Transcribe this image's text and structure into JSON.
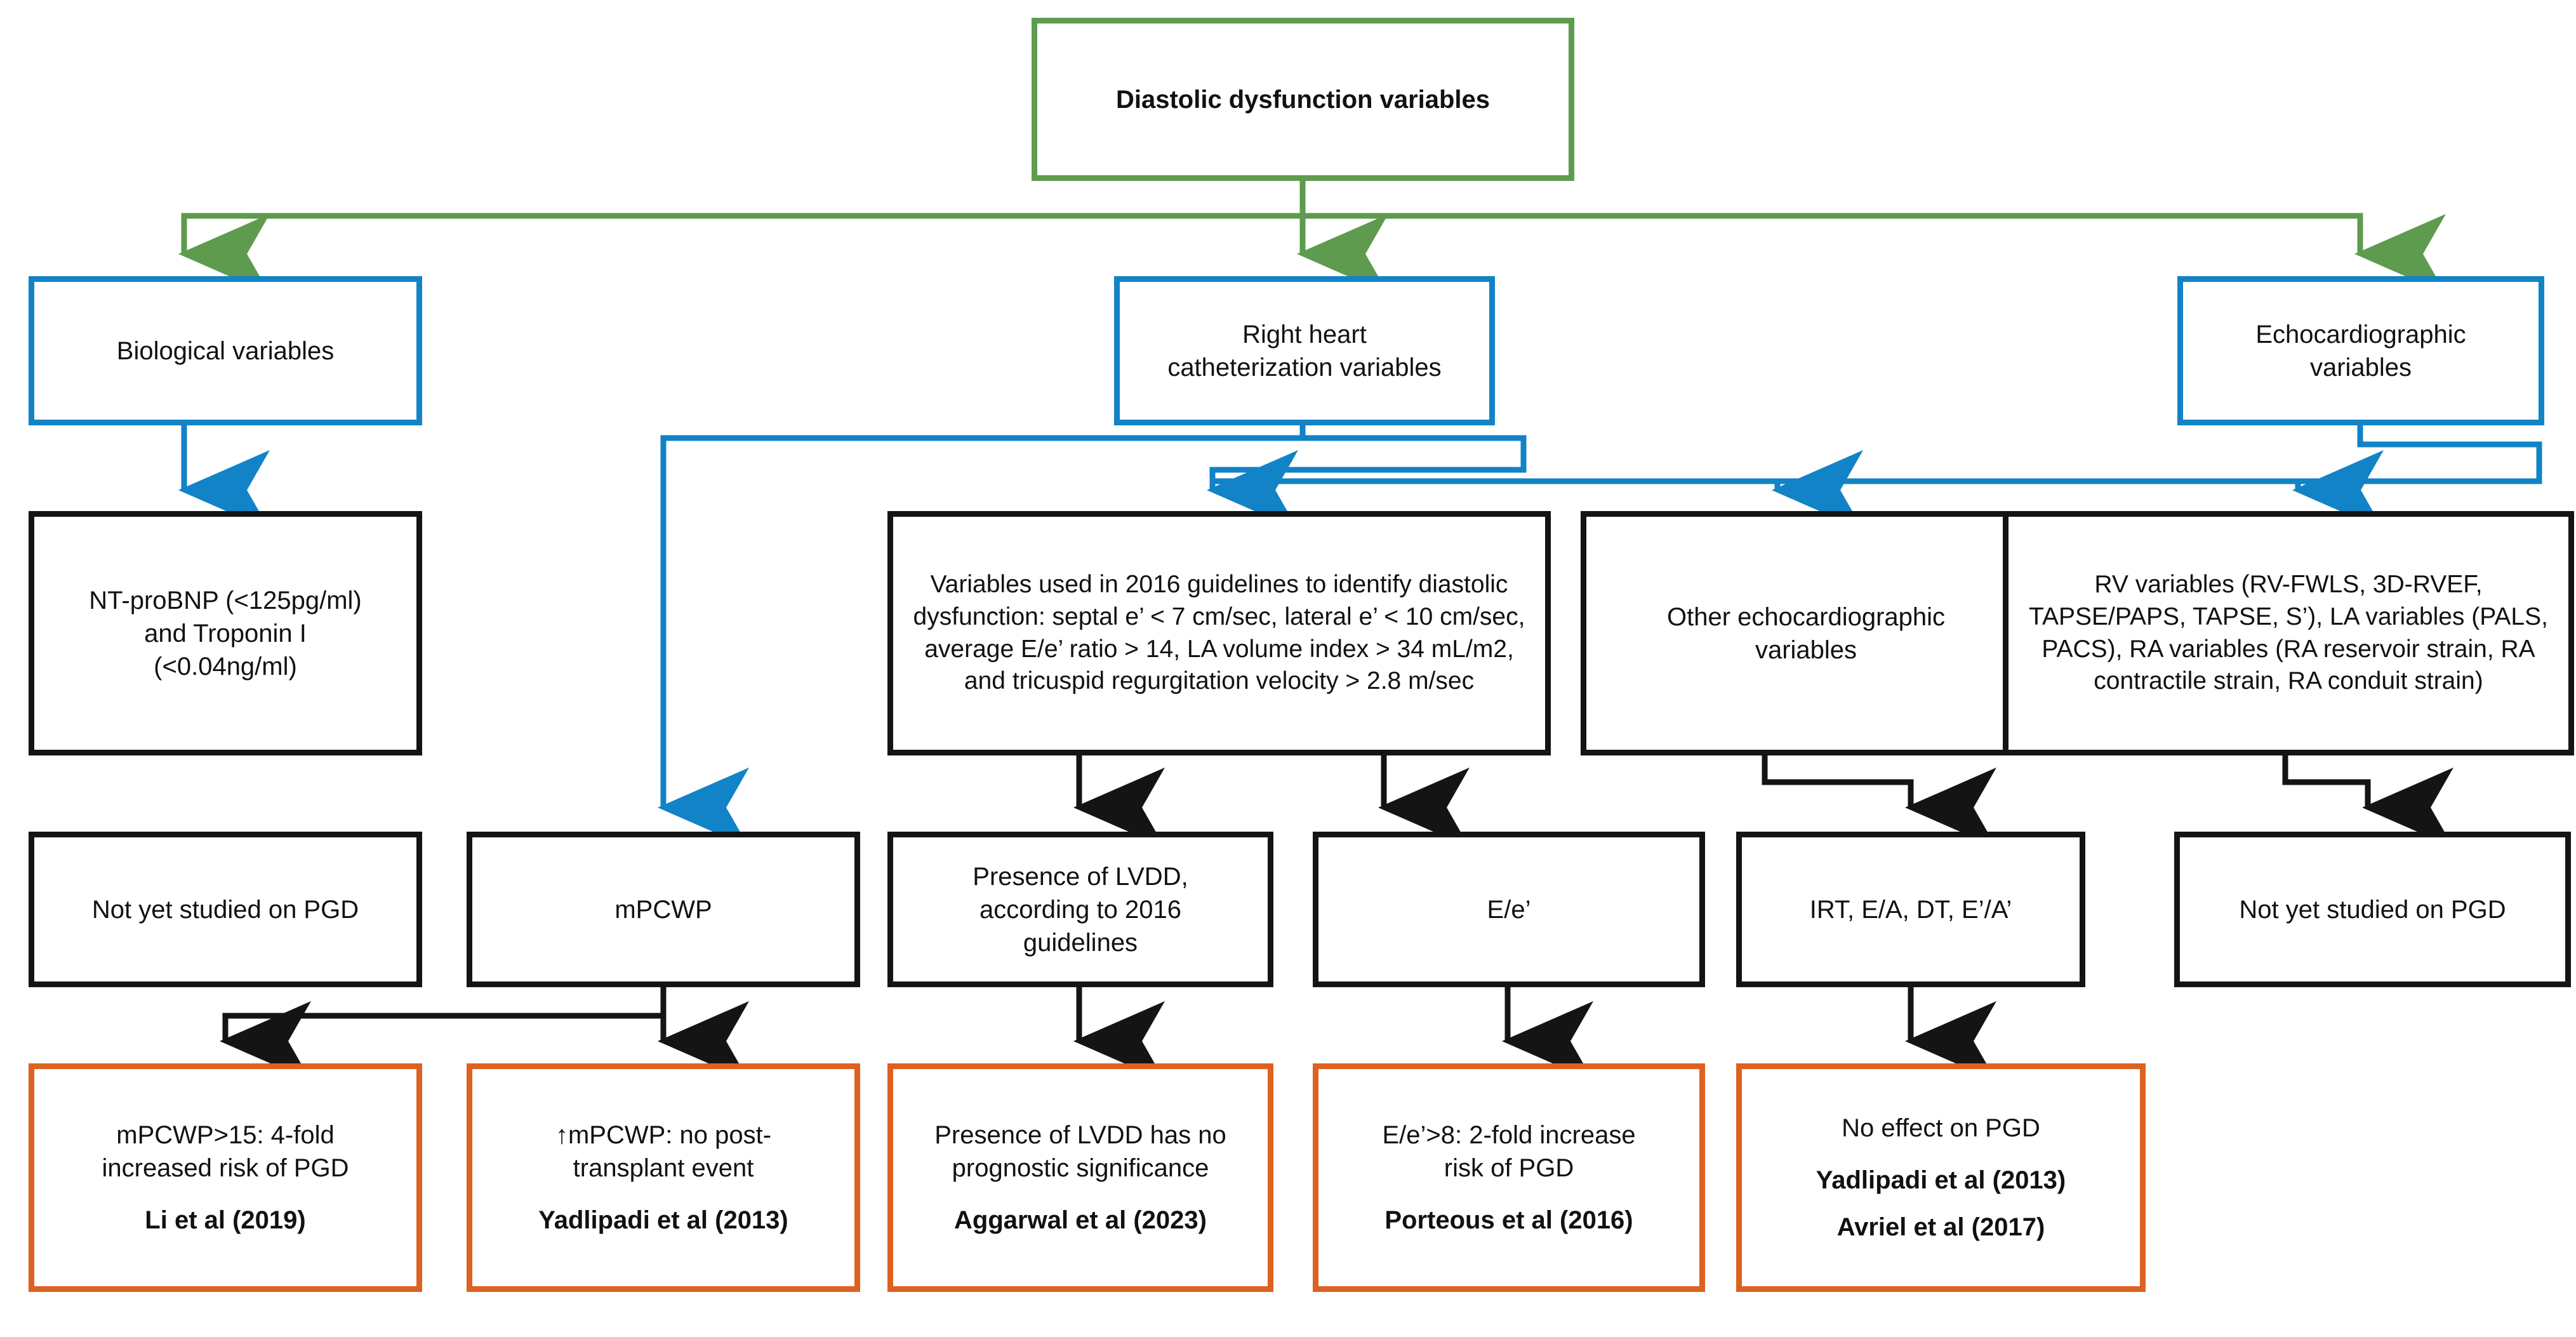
{
  "colors": {
    "green": "#5E9B4E",
    "blue": "#1183C6",
    "black": "#141414",
    "orange": "#DD6120",
    "text": "#111111",
    "background": "#FFFFFF"
  },
  "chart_data": {
    "type": "table",
    "title": "Diastolic dysfunction variables flowchart",
    "levels": [
      "root",
      "category",
      "variable-group",
      "variable",
      "evidence"
    ]
  },
  "root": {
    "label": "Diastolic dysfunction variables"
  },
  "categories": [
    {
      "id": "biological",
      "label": "Biological variables"
    },
    {
      "id": "rhc",
      "label": "Right heart\ncatheterization variables",
      "line1": "Right heart",
      "line2": "catheterization variables"
    },
    {
      "id": "echo",
      "label": "Echocardiographic\nvariables",
      "line1": "Echocardiographic",
      "line2": "variables"
    }
  ],
  "row3": [
    {
      "id": "ntprobnp",
      "line1": "NT-proBNP (<125pg/ml)",
      "line2": "and Troponin I",
      "line3": "(<0.04ng/ml)"
    },
    {
      "id": "guidelines2016",
      "text": "Variables used in 2016 guidelines to identify diastolic dysfunction: septal e’ < 7 cm/sec, lateral e’ < 10 cm/sec, average E/e’ ratio > 14, LA volume index > 34 mL/m2, and tricuspid regurgitation velocity > 2.8 m/sec"
    },
    {
      "id": "other-echo",
      "line1": "Other echocardiographic",
      "line2": "variables"
    },
    {
      "id": "rv-la-ra",
      "text": "RV variables (RV-FWLS, 3D-RVEF, TAPSE/PAPS, TAPSE, S’), LA variables (PALS, PACS), RA variables (RA reservoir strain, RA contractile strain, RA conduit strain)"
    }
  ],
  "row4": [
    {
      "id": "not-studied-1",
      "text": "Not yet studied on PGD"
    },
    {
      "id": "mpcwp",
      "text": "mPCWP"
    },
    {
      "id": "lvdd-presence",
      "line1": "Presence of LVDD,",
      "line2": "according to 2016",
      "line3": "guidelines"
    },
    {
      "id": "e-over-e",
      "text": "E/e’"
    },
    {
      "id": "irt-ea-dt",
      "text": "IRT, E/A, DT, E’/A’"
    },
    {
      "id": "not-studied-2",
      "text": "Not yet studied on PGD"
    }
  ],
  "row5": [
    {
      "id": "li2019",
      "line1": "mPCWP>15: 4-fold",
      "line2": "increased risk of PGD",
      "ref1": "Li et al (2019)",
      "ref2": ""
    },
    {
      "id": "yadlipadi2013a",
      "line1": "↑mPCWP: no post-",
      "line2": "transplant event",
      "ref1": "Yadlipadi et al (2013)",
      "ref2": ""
    },
    {
      "id": "aggarwal2023",
      "line1": "Presence of LVDD has no",
      "line2": "prognostic significance",
      "ref1": "Aggarwal et al (2023)",
      "ref2": ""
    },
    {
      "id": "porteous2016",
      "line1": "E/e’>8: 2-fold increase",
      "line2": "risk of PGD",
      "ref1": "Porteous et al (2016)",
      "ref2": ""
    },
    {
      "id": "no-effect",
      "line1": "No effect on PGD",
      "line2": "",
      "ref1": "Yadlipadi et al (2013)",
      "ref2": "Avriel et al (2017)"
    }
  ]
}
